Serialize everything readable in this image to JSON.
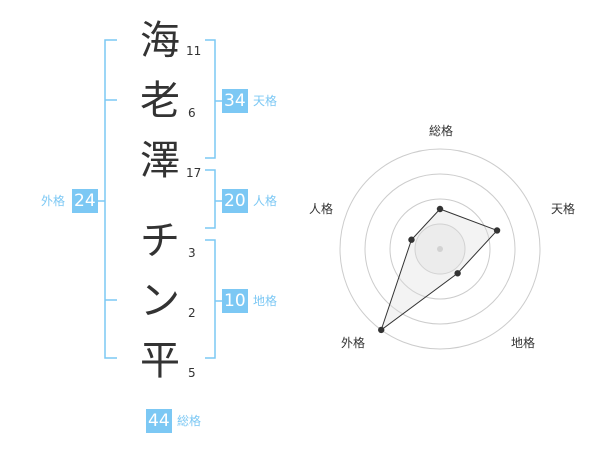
{
  "name": {
    "characters": [
      {
        "char": "海",
        "strokes": "11"
      },
      {
        "char": "老",
        "strokes": "6"
      },
      {
        "char": "澤",
        "strokes": "17"
      },
      {
        "char": "チ",
        "strokes": "3"
      },
      {
        "char": "ン",
        "strokes": "2"
      },
      {
        "char": "平",
        "strokes": "5"
      }
    ]
  },
  "fortunes": {
    "tenkaku": {
      "value": "34",
      "label": "天格"
    },
    "jinkaku": {
      "value": "20",
      "label": "人格"
    },
    "chikaku": {
      "value": "10",
      "label": "地格"
    },
    "gaikaku": {
      "value": "24",
      "label": "外格"
    },
    "soukaku": {
      "value": "44",
      "label": "総格"
    }
  },
  "radar": {
    "axes": [
      "総格",
      "天格",
      "地格",
      "外格",
      "人格"
    ],
    "levels": 4,
    "values": [
      0.4,
      0.6,
      0.3,
      1.0,
      0.3
    ]
  },
  "colors": {
    "accent": "#7cc8f4",
    "text": "#333333",
    "grid": "#cccccc"
  }
}
